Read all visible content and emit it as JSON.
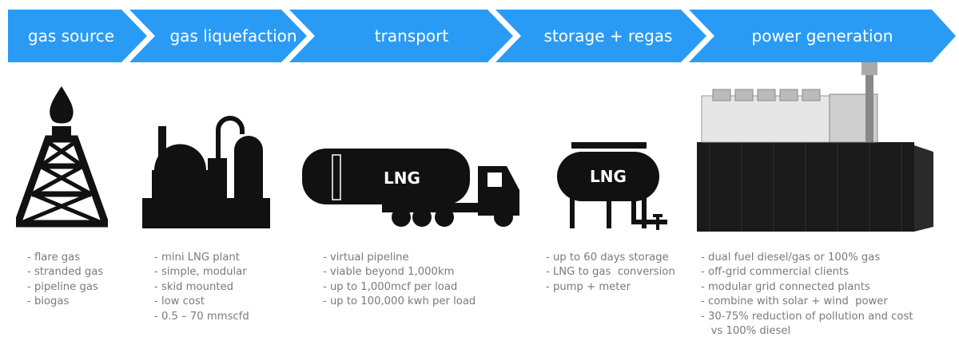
{
  "colors": {
    "banner": "#2a9bf5",
    "icon": "#111111",
    "text": "#7a7a7a"
  },
  "stages": [
    {
      "label": "gas source",
      "icon": "oil-derrick-flare-icon",
      "items": [
        "- flare gas",
        "- stranded gas",
        "- pipeline gas",
        "- biogas"
      ]
    },
    {
      "label": "gas liquefaction",
      "icon": "refinery-plant-icon",
      "items": [
        "- mini LNG plant",
        "- simple, modular",
        "- skid mounted",
        "- low cost",
        "- 0.5 – 70 mmscfd"
      ]
    },
    {
      "label": "transport",
      "icon": "lng-tanker-truck-icon",
      "tank_text": "LNG",
      "items": [
        "- virtual pipeline",
        "- viable beyond 1,000km",
        "- up to 1,000mcf per load",
        "- up to 100,000 kwh per load"
      ]
    },
    {
      "label": "storage + regas",
      "icon": "lng-storage-tank-icon",
      "tank_text": "LNG",
      "items": [
        "- up to 60 days storage",
        "- LNG to gas  conversion",
        "- pump + meter"
      ]
    },
    {
      "label": "power generation",
      "icon": "container-generator-icon",
      "items": [
        "- dual fuel diesel/gas or 100% gas",
        "- off-grid commercial clients",
        "- modular grid connected plants",
        "- combine with solar + wind  power",
        "- 30-75% reduction of pollution and cost",
        "   vs 100% diesel"
      ]
    }
  ]
}
